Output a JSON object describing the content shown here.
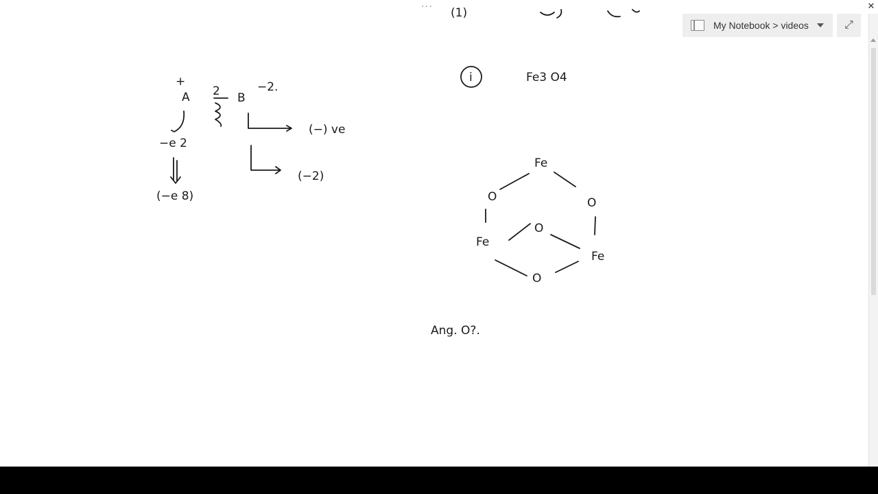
{
  "toolbar": {
    "more_glyph": "···",
    "breadcrumb": "My Notebook > videos",
    "notebook_icon": "notebook-icon",
    "dropdown_icon": "chevron-down-icon",
    "expand_glyph": "⤢",
    "close_glyph": "✕"
  },
  "ink": {
    "top_fragment": "(1)",
    "left_notes": {
      "plus_sign": "+",
      "a": "A",
      "two": "2",
      "b": "B",
      "b_charge": "−2.",
      "result_a": "−e 2",
      "result_b": "(−e 8)",
      "neg_ve": "(−) ve",
      "neg_two": "(−2)"
    },
    "right_notes": {
      "item_number": "i",
      "formula": "Fe3 O4",
      "fe_top": "Fe",
      "fe_left": "Fe",
      "fe_right": "Fe",
      "o_left": "O",
      "o_right": "O",
      "o_center": "O",
      "o_bottom": "O",
      "answer": "Ang.  O?."
    }
  },
  "colors": {
    "ink": "#1a1a1a",
    "toolbar_bg": "#eeeeee",
    "bottom_bar": "#000000"
  }
}
